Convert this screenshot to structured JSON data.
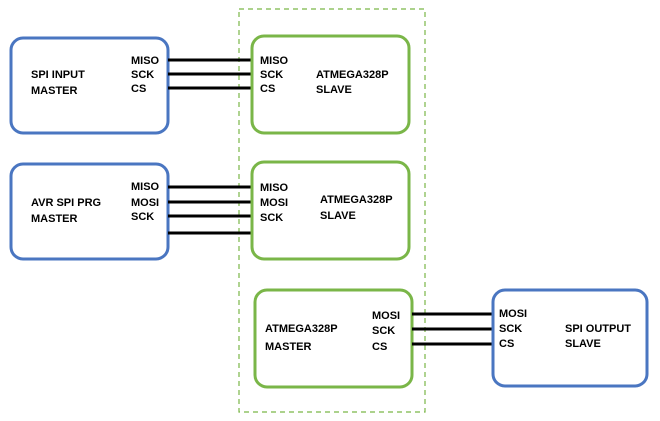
{
  "colors": {
    "blue_border": "#4a76c1",
    "green_border": "#7ab648",
    "dashed_group": "#7ab648",
    "wire": "#000000"
  },
  "blocks": {
    "spi_input_master": {
      "title_line1": "SPI INPUT",
      "title_line2": "MASTER",
      "pins": [
        "MISO",
        "SCK",
        "CS"
      ]
    },
    "slave1": {
      "pins": [
        "MISO",
        "SCK",
        "CS"
      ],
      "title_line1": "ATMEGA328P",
      "title_line2": "SLAVE"
    },
    "avr_spi_prg_master": {
      "title_line1": "AVR SPI PRG",
      "title_line2": "MASTER",
      "pins": [
        "MISO",
        "MOSI",
        "SCK"
      ]
    },
    "slave2": {
      "pins": [
        "MISO",
        "MOSI",
        "SCK"
      ],
      "title_line1": "ATMEGA328P",
      "title_line2": "SLAVE"
    },
    "master3": {
      "title_line1": "ATMEGA328P",
      "title_line2": "MASTER",
      "pins": [
        "MOSI",
        "SCK",
        "CS"
      ]
    },
    "spi_output_slave": {
      "pins": [
        "MOSI",
        "SCK",
        "CS"
      ],
      "title_line1": "SPI OUTPUT",
      "title_line2": "SLAVE"
    }
  }
}
